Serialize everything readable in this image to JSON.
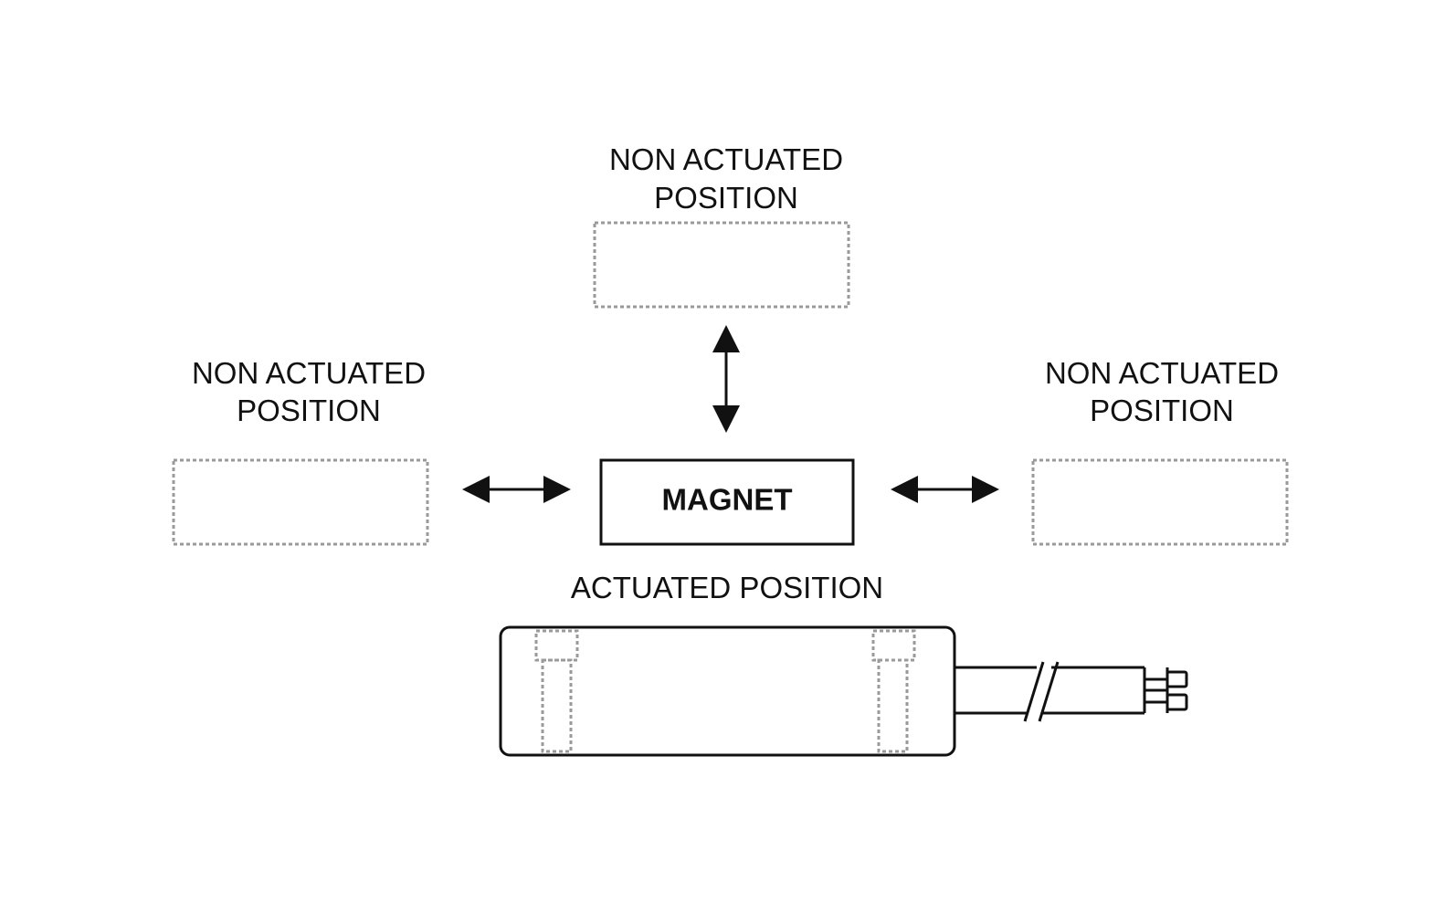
{
  "diagram": {
    "labels": {
      "top": [
        "NON ACTUATED",
        "POSITION"
      ],
      "left": [
        "NON ACTUATED",
        "POSITION"
      ],
      "right": [
        "NON ACTUATED",
        "POSITION"
      ],
      "actuated": "ACTUATED POSITION"
    },
    "magnet_label": "MAGNET"
  },
  "colors": {
    "ink": "#111111",
    "ghost_outline": "#9a9a9a",
    "background": "#ffffff"
  }
}
